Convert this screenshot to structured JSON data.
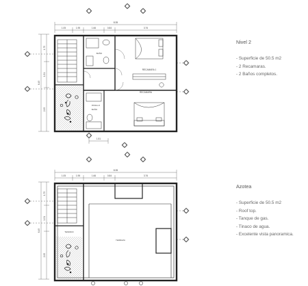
{
  "nivel2": {
    "title": "Nivel 2",
    "features": [
      "- Superficie de 50.5 m2",
      "- 2 Recamaras.",
      "- 2 Baños completos."
    ],
    "dims_top": [
      "1.05",
      "1.95",
      "1.66",
      "0.84",
      "3.76"
    ],
    "dims_top_total": "8.35",
    "dims_left": [
      "1.75",
      "1.51",
      "2.95"
    ],
    "dims_left_total": "6.45",
    "dim_bottom": "1.51",
    "rooms": {
      "bano1": "BAÑO",
      "bano2": "BAÑO",
      "recamara1": "RECAMARA 1",
      "recamara2": "RECAMARA",
      "pasillo": "PASILLO"
    }
  },
  "azotea": {
    "title": "Azotea",
    "features": [
      "- Superficie de 50.5 m2",
      "- Roof top.",
      "- Tanque de gas.",
      "- Tinaco de agua.",
      "- Excelente vista panoramica."
    ],
    "dims_top": [
      "1.05",
      "1.95",
      "1.66",
      "0.84",
      "3.76"
    ],
    "dims_top_total": "8.35",
    "dims_left": [
      "1.75",
      "1.51",
      "2.95"
    ],
    "dims_left_total": "6.45",
    "rooms": {
      "tendido": "TENDIDO",
      "terraza": "TERRAZA"
    }
  }
}
